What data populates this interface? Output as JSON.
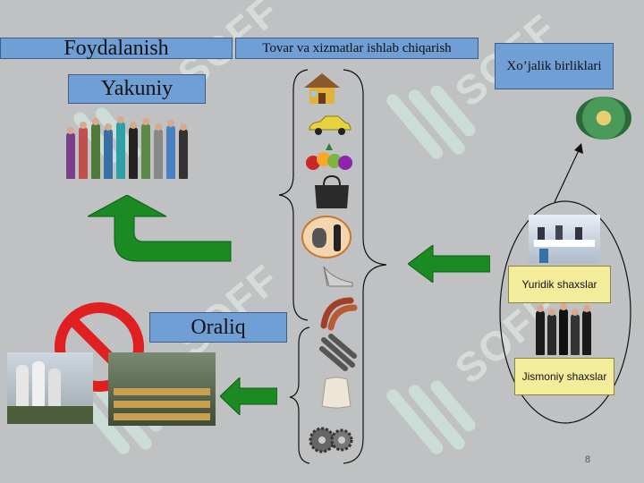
{
  "labels": {
    "foydalanish": "Foydalanish",
    "tovar": "Tovar va xizmatlar ishlab chiqarish",
    "xojalik": "Xo’jalik birliklari",
    "yakuniy": "Yakuniy",
    "oraliq": "Oraliq",
    "yuridik": "Yuridik shaxslar",
    "jismoniy": "Jismoniy shaxslar"
  },
  "watermark": "SOFF",
  "page_number": "8",
  "colors": {
    "background": "#bfc1c3",
    "label_blue": "#6f9fd4",
    "label_yellow": "#f3ec9a",
    "arrow_green": "#1c8a22"
  },
  "icons": {
    "goods": [
      "house-icon",
      "car-icon",
      "fruit-basket-icon",
      "handbag-icon",
      "barber-service-icon",
      "high-heel-shoe-icon",
      "sausages-icon"
    ],
    "intermediate": [
      "steel-pipes-icon",
      "flour-sack-icon",
      "gears-icon"
    ]
  }
}
